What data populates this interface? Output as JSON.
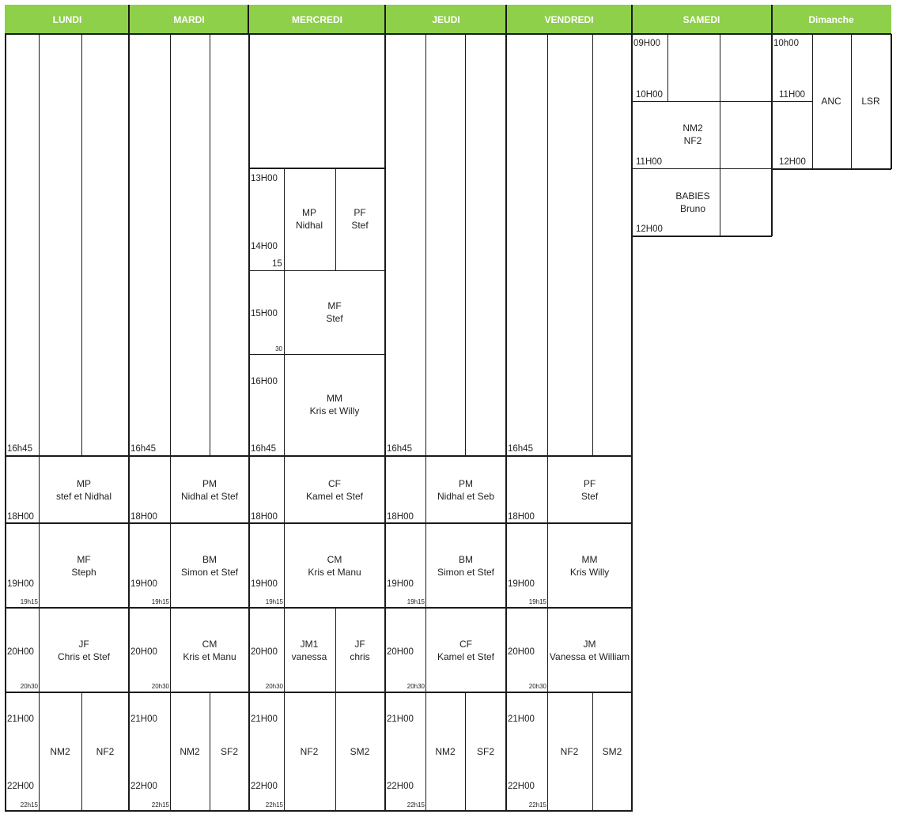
{
  "days": [
    "LUNDI",
    "MARDI",
    "MERCREDI",
    "JEUDI",
    "VENDREDI",
    "SAMEDI",
    "Dimanche"
  ],
  "weekday_labels": {
    "t1645": "16h45",
    "t1800": "18H00",
    "t1900": "19H00",
    "t1915": "19h15",
    "t2000": "20H00",
    "t2030": "20h30",
    "t2100": "21H00",
    "t2200": "22H00",
    "t2215": "22h15"
  },
  "weekdays": [
    {
      "b1": {
        "group": "MP",
        "coaches": "stef et Nidhal"
      },
      "b2": {
        "group": "MF",
        "coaches": "Steph"
      },
      "b3": {
        "group": "JF",
        "coaches": "Chris et Stef"
      },
      "b4": [
        "NM2",
        "NF2"
      ]
    },
    {
      "b1": {
        "group": "PM",
        "coaches": "Nidhal et Stef"
      },
      "b2": {
        "group": "BM",
        "coaches": "Simon et Stef"
      },
      "b3": {
        "group": "CM",
        "coaches": "Kris et Manu"
      },
      "b4": [
        "NM2",
        "SF2"
      ]
    },
    {
      "b1": {
        "group": "CF",
        "coaches": "Kamel et Stef"
      },
      "b2": {
        "group": "CM",
        "coaches": "Kris et Manu"
      },
      "b3a": {
        "group": "JM1",
        "coaches": "vanessa"
      },
      "b3b": {
        "group": "JF",
        "coaches": "chris"
      },
      "b4": [
        "NF2",
        "SM2"
      ]
    },
    {
      "b1": {
        "group": "PM",
        "coaches": "Nidhal et Seb"
      },
      "b2": {
        "group": "BM",
        "coaches": "Simon et Stef"
      },
      "b3": {
        "group": "CF",
        "coaches": "Kamel et Stef"
      },
      "b4": [
        "NM2",
        "SF2"
      ]
    },
    {
      "b1": {
        "group": "PF",
        "coaches": "Stef"
      },
      "b2": {
        "group": "MM",
        "coaches": "Kris Willy"
      },
      "b3": {
        "group": "JM",
        "coaches": "Vanessa et William"
      },
      "b4": [
        "NF2",
        "SM2"
      ]
    }
  ],
  "mercredi_afternoon": {
    "t1300": "13H00",
    "t1400": "14H00",
    "m15": "15",
    "t1500": "15H00",
    "m30": "30",
    "t1600": "16H00",
    "a1": {
      "group": "MP",
      "coaches": "Nidhal"
    },
    "a2": {
      "group": "PF",
      "coaches": "Stef"
    },
    "a3": {
      "group": "MF",
      "coaches": "Stef"
    },
    "a4": {
      "group": "MM",
      "coaches": "Kris et Willy"
    }
  },
  "samedi": {
    "t0900": "09H00",
    "t1000": "10H00",
    "t1100": "11H00",
    "t1200": "12H00",
    "s1": {
      "group": "NM2",
      "coaches": "NF2"
    },
    "s2": {
      "group": "BABIES",
      "coaches": "Bruno"
    }
  },
  "dimanche": {
    "t1000": "10h00",
    "t1100": "11H00",
    "t1200": "12H00",
    "c1": "ANC",
    "c2": "LSR"
  }
}
